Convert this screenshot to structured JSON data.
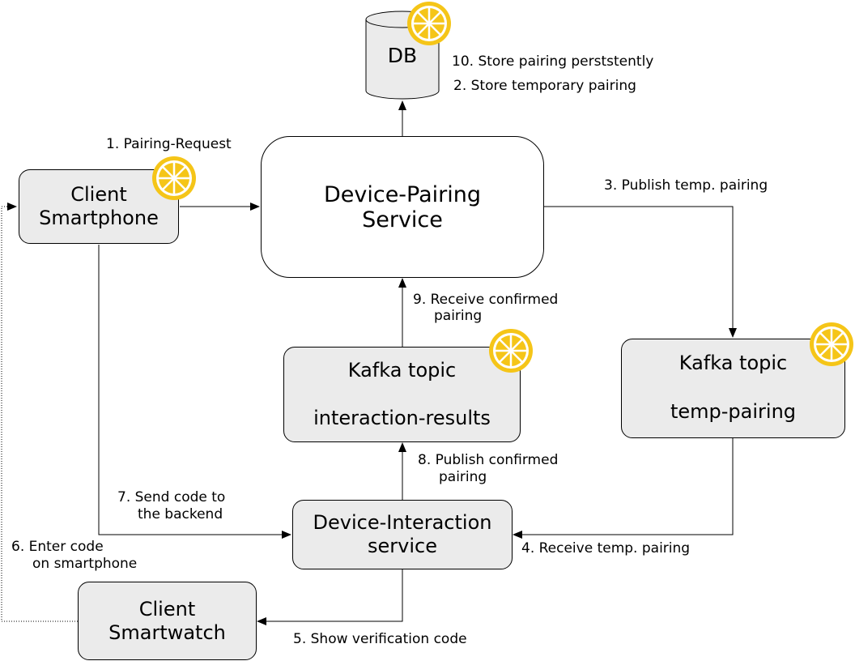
{
  "nodes": {
    "db": {
      "label": "DB"
    },
    "client_smartphone": {
      "line1": "Client",
      "line2": "Smartphone"
    },
    "device_pairing": {
      "line1": "Device-Pairing",
      "line2": "Service"
    },
    "kafka_interaction": {
      "line1": "Kafka topic",
      "line2": "interaction-results"
    },
    "kafka_temp": {
      "line1": "Kafka topic",
      "line2": "temp-pairing"
    },
    "device_interaction": {
      "line1": "Device-Interaction",
      "line2": "service"
    },
    "client_smartwatch": {
      "line1": "Client",
      "line2": "Smartwatch"
    }
  },
  "edges": {
    "step1": "1. Pairing-Request",
    "step2": "2. Store temporary pairing",
    "step3": "3. Publish temp. pairing",
    "step4": "4. Receive temp. pairing",
    "step5": "5. Show verification code",
    "step6_line1": "6. Enter code",
    "step6_line2": "on smartphone",
    "step7_line1": "7. Send code to",
    "step7_line2": "the backend",
    "step8_line1": "8. Publish confirmed",
    "step8_line2": "pairing",
    "step9_line1": "9. Receive confirmed",
    "step9_line2": "pairing",
    "step10": "10. Store pairing perststently"
  },
  "colors": {
    "node_fill": "#ebebeb",
    "lemon_yellow": "#f5c518",
    "lemon_pulp": "#ffffff"
  },
  "icons": [
    "lemon-icon"
  ]
}
